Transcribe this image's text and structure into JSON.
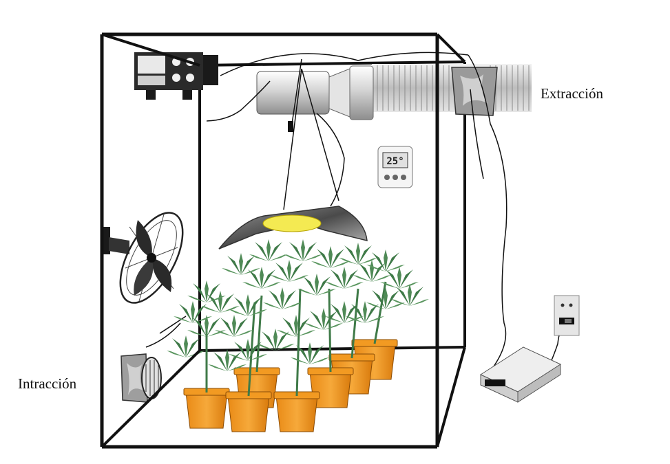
{
  "labels": {
    "exhaust": "Extracción",
    "intake": "Intracción"
  },
  "thermostat": {
    "display": "25°"
  }
}
